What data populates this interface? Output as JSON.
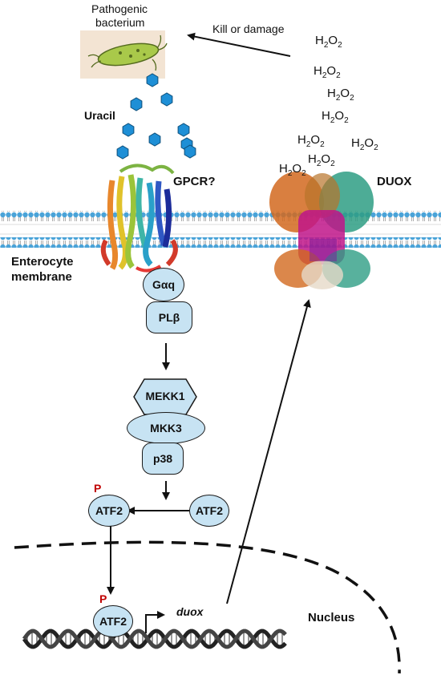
{
  "labels": {
    "bacterium_line1": "Pathogenic",
    "bacterium_line2": "bacterium",
    "kill": "Kill or damage",
    "uracil": "Uracil",
    "gpcr": "GPCR?",
    "duox_protein": "DUOX",
    "membrane_line1": "Enterocyte",
    "membrane_line2": "membrane",
    "nucleus": "Nucleus",
    "gene": "duox"
  },
  "h2o2": {
    "base": "H",
    "sub": "2",
    "o": "O",
    "sub2": "2"
  },
  "nodes": {
    "galphaq": "Gαq",
    "plcb": "PLβ",
    "mekk1": "MEKK1",
    "mkk3": "MKK3",
    "p38": "p38",
    "atf2_p": "ATF2",
    "atf2": "ATF2",
    "atf2_dna": "ATF2",
    "phospho": "P",
    "phospho2": "P"
  },
  "colors": {
    "node_fill": "#c7e3f3",
    "uracil_hex": "#1e8fd6",
    "membrane_head": "#4aa3d8",
    "phospho": "#c00000",
    "duox_orange": "#d2691e",
    "duox_teal": "#2e9e84",
    "duox_magenta": "#c0158a"
  }
}
